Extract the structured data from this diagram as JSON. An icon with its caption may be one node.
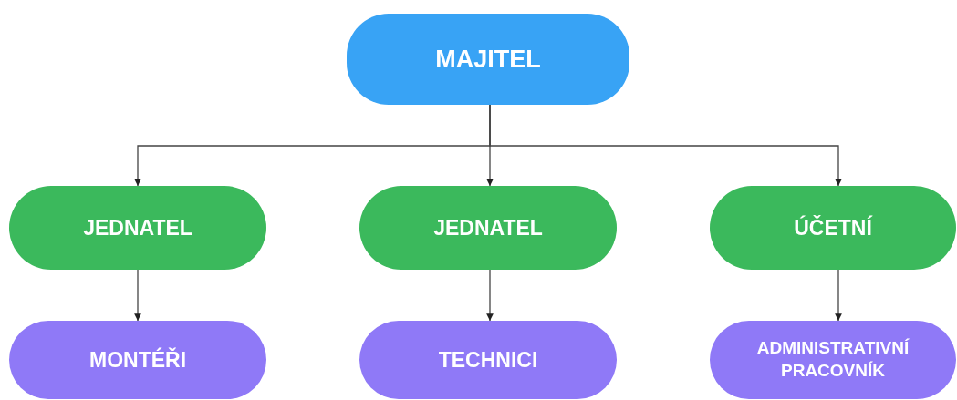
{
  "diagram": {
    "nodes": [
      {
        "text": [
          "MAJITEL"
        ]
      },
      {
        "text": [
          "JEDNATEL"
        ]
      },
      {
        "text": [
          "JEDNATEL"
        ]
      },
      {
        "text": [
          "ÚČETNÍ"
        ]
      },
      {
        "text": [
          "MONTÉŘI"
        ]
      },
      {
        "text": [
          "TECHNICI"
        ]
      },
      {
        "text": [
          "ADMINISTRATIVNÍ PRACOVNÍK"
        ]
      }
    ],
    "edges": [
      {
        "from": 0,
        "to": 1,
        "arrow": "to"
      },
      {
        "from": 0,
        "to": 2,
        "arrow": "to"
      },
      {
        "from": 0,
        "to": 3,
        "arrow": "to"
      },
      {
        "from": 1,
        "to": 4,
        "arrow": "to"
      },
      {
        "from": 2,
        "to": 5,
        "arrow": "to"
      },
      {
        "from": 3,
        "to": 6,
        "arrow": "to"
      }
    ]
  }
}
